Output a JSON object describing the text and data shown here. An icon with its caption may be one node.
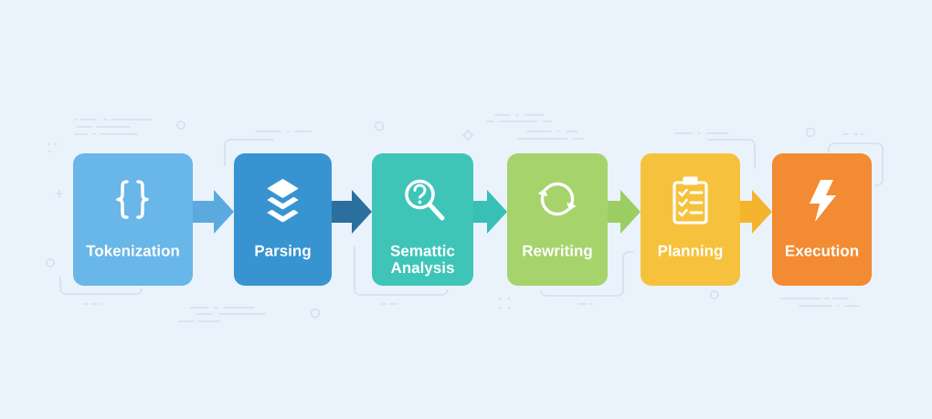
{
  "diagram": {
    "nodes": [
      {
        "text": [
          "Tokenization"
        ]
      },
      {
        "text": [
          "Parsing"
        ]
      },
      {
        "text": [
          "Semattic Analysis"
        ]
      },
      {
        "text": [
          "Rewriting"
        ]
      },
      {
        "text": [
          "Planning"
        ]
      },
      {
        "text": [
          "Execution"
        ]
      }
    ],
    "edges": [
      {
        "from": 0,
        "to": 1,
        "arrow": "to",
        "color": "#5aaae0"
      },
      {
        "from": 1,
        "to": 2,
        "arrow": "to",
        "color": "#2b6f9f"
      },
      {
        "from": 2,
        "to": 3,
        "arrow": "to",
        "color": "#39bfb5"
      },
      {
        "from": 3,
        "to": 4,
        "arrow": "to",
        "color": "#9ccd63"
      },
      {
        "from": 4,
        "to": 5,
        "arrow": "to",
        "color": "#f5b42e"
      }
    ]
  }
}
